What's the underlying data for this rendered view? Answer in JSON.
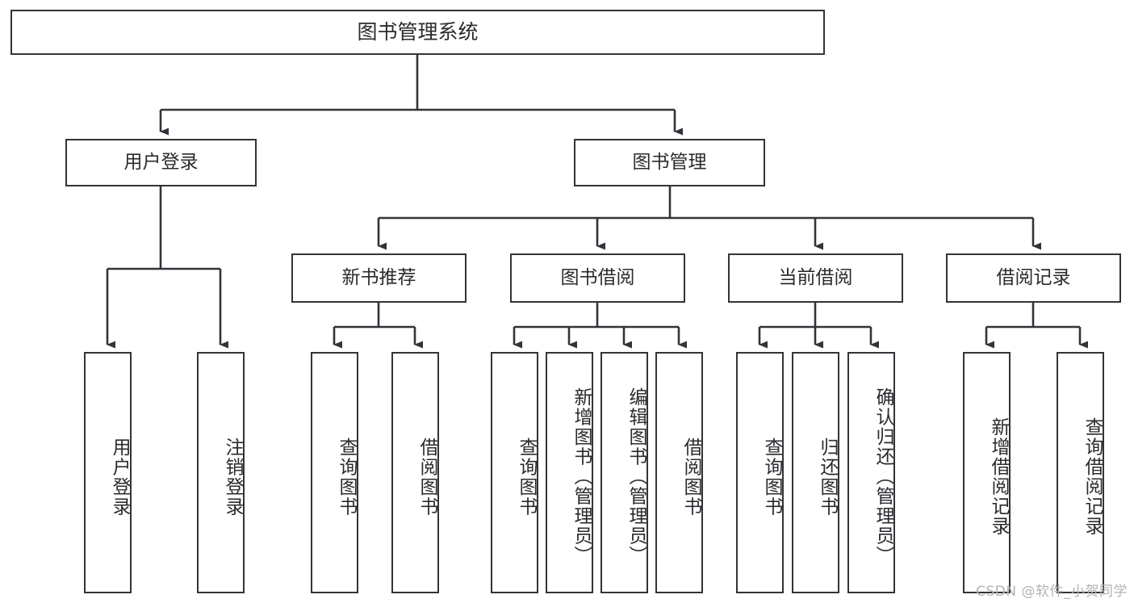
{
  "diagram": {
    "title": "图书管理系统",
    "type": "tree-hierarchy",
    "watermark": "CSDN @软件_小贺同学",
    "colors": {
      "stroke": "#33333a",
      "box_fill": "#ffffff",
      "text": "#2b2b2f",
      "watermark": "#b3b3b8",
      "background": "#ffffff"
    }
  },
  "nodes": {
    "root": {
      "label": "图书管理系统"
    },
    "level1": [
      {
        "label": "用户登录"
      },
      {
        "label": "图书管理"
      }
    ],
    "level2": [
      {
        "label": "新书推荐"
      },
      {
        "label": "图书借阅"
      },
      {
        "label": "当前借阅"
      },
      {
        "label": "借阅记录"
      }
    ],
    "leaves": {
      "user_login": [
        {
          "label": "用户登录"
        },
        {
          "label": "注销登录"
        }
      ],
      "new_book_recommend": [
        {
          "label": "查询图书"
        },
        {
          "label": "借阅图书"
        }
      ],
      "book_borrow": [
        {
          "label": "查询图书"
        },
        {
          "label": "新增图书（管理员）"
        },
        {
          "label": "编辑图书（管理员）"
        },
        {
          "label": "借阅图书"
        }
      ],
      "current_borrow": [
        {
          "label": "查询图书"
        },
        {
          "label": "归还图书"
        },
        {
          "label": "确认归还（管理员）"
        }
      ],
      "borrow_record": [
        {
          "label": "新增借阅记录"
        },
        {
          "label": "查询借阅记录"
        }
      ]
    }
  }
}
